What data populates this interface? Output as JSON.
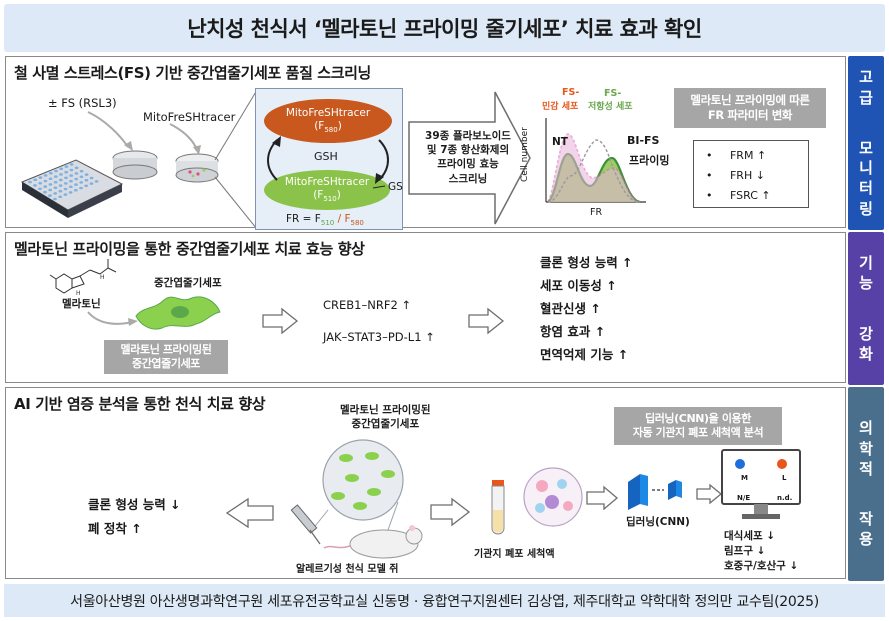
{
  "title": "난치성 천식서 ‘멜라토닌 프라이밍 줄기세포’ 치료 효과 확인",
  "footer": "서울아산병원 아산생명과학연구원 세포유전공학교실 신동명 · 융합연구지원센터 김상엽, 제주대학교 약학대학 정의만 교수팀(2025)",
  "panel1": {
    "title": "철 사멸 스트레스(FS) 기반 중간엽줄기세포 품질 스크리닝",
    "fs_label": "± FS (RSL3)",
    "tracer_label": "MitoFreSHtracer",
    "box": {
      "top_name": "MitoFreSHtracer",
      "top_sub": "(F",
      "top_sub_idx": "580",
      "mid": "GSH",
      "bottom_name": "MitoFreSHtracer",
      "bottom_sub": "(F",
      "bottom_sub_idx": "510",
      "gs": "GS",
      "formula_prefix": "FR = F",
      "formula_i1": "510",
      "formula_sep": " / F",
      "formula_i2": "580"
    },
    "arrow_text": [
      "39종 플라보노이드",
      "및 7종 항산화제의",
      "프라이밍 효능",
      "스크리닝"
    ],
    "plot": {
      "fs_sensitive_prefix": "FS-",
      "fs_sensitive": "민감 세포",
      "fs_resistant_prefix": "FS-",
      "fs_resistant": "저항성 세포",
      "nt": "NT",
      "bi_fs": "BI-FS",
      "priming": "프라이밍",
      "ylabel": "Cell number",
      "xlabel": "FR"
    },
    "param_box": [
      "멜라토닌 프라이밍에 따른",
      "FR 파라미터 변화"
    ],
    "params": [
      "FRM ↑",
      "FRH ↓",
      "FSRC ↑"
    ]
  },
  "panel2": {
    "title": "멜라토닌 프라이밍을 통한 중간엽줄기세포 치료 효능 향상",
    "melatonin": "멜라토닌",
    "msc": "중간엽줄기세포",
    "primed_box": [
      "멜라토닌 프라이밍된",
      "중간엽줄기세포"
    ],
    "pathways": [
      "CREB1–NRF2 ↑",
      "JAK–STAT3–PD-L1 ↑"
    ],
    "effects": [
      "클론 형성 능력 ↑",
      "세포 이동성 ↑",
      "혈관신생 ↑",
      "항염 효과 ↑",
      "면역억제 기능 ↑"
    ]
  },
  "panel3": {
    "title": "AI 기반 염증 분석을 통한 천식 치료 향상",
    "primed_label": [
      "멜라토닌 프라이밍된",
      "중간엽줄기세포"
    ],
    "outcomes": [
      "클론 형성 능력 ↓",
      "폐 정착 ↑"
    ],
    "mouse_label": "알레르기성 천식 모델 쥐",
    "balf_label": "기관지 폐포 세척액",
    "cnn_box": [
      "딥러닝(CNN)을 이용한",
      "자동 기관지 폐포 세척액 분석"
    ],
    "cnn_label": "딥러닝(CNN)",
    "screen_labels": [
      "M",
      "L",
      "N/E",
      "n.d."
    ],
    "results": [
      "대식세포 ↓",
      "림프구 ↓",
      "호중구/호산구 ↓"
    ]
  },
  "side_labels": {
    "s1": [
      "고",
      "급",
      "모",
      "니",
      "터",
      "링"
    ],
    "s2": [
      "기",
      "능",
      "강",
      "화"
    ],
    "s3": [
      "의",
      "학",
      "적",
      "작",
      "용"
    ]
  },
  "colors": {
    "title_bg": "#dde9f6",
    "side_blue": "#1f54b5",
    "side_purple": "#5741a6",
    "side_slate": "#4a6f8c",
    "orange_ellipse": "#c8581e",
    "green_ellipse": "#8bc34a",
    "green_curve": "#5aa84a",
    "pink_curve": "#d96ab8",
    "fs_sensitive": "#e8561a",
    "fs_resistant": "#6aa84f",
    "gray_box": "#a6a6a6"
  }
}
